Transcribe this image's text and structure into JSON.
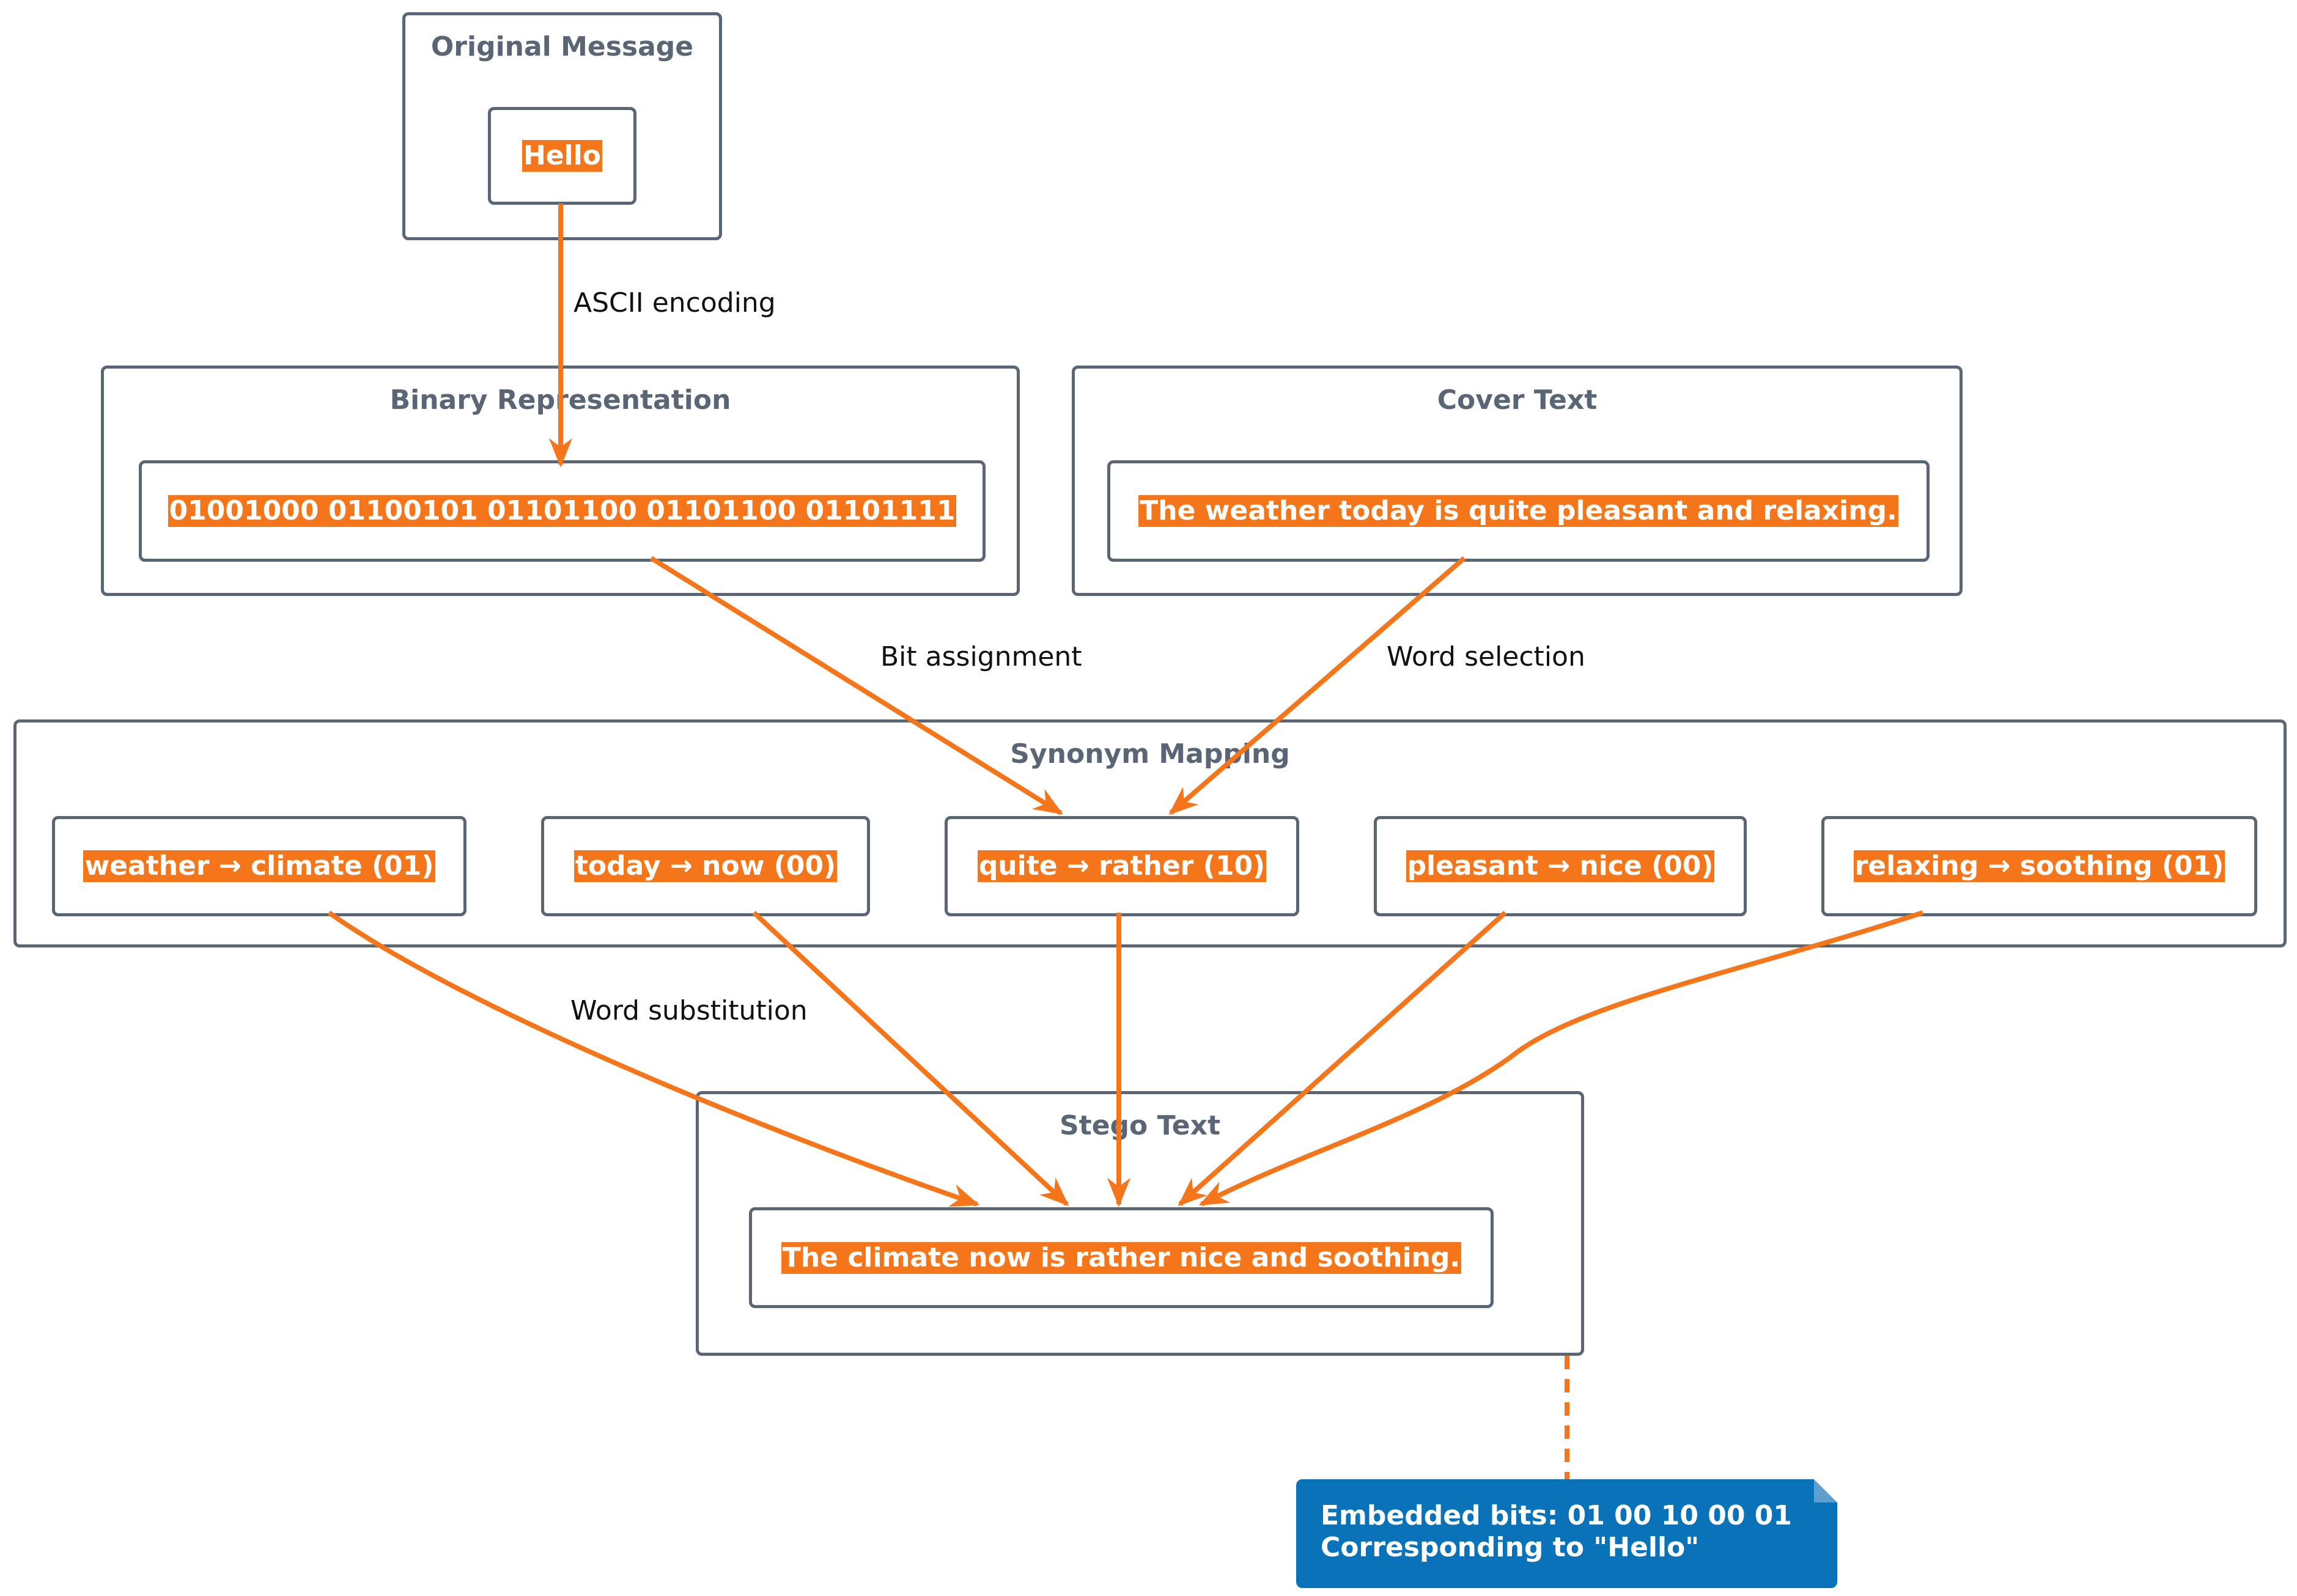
{
  "packages": {
    "original": {
      "title": "Original Message",
      "message": "Hello"
    },
    "binary": {
      "title": "Binary Representation",
      "bits": "01001000 01100101 01101100 01101100 01101111"
    },
    "cover": {
      "title": "Cover Text",
      "sentence": "The weather today is quite pleasant and relaxing."
    },
    "synonym": {
      "title": "Synonym Mapping",
      "items": [
        "weather → climate (01)",
        "today → now (00)",
        "quite → rather (10)",
        "pleasant → nice (00)",
        "relaxing → soothing (01)"
      ]
    },
    "stego": {
      "title": "Stego Text",
      "sentence": "The climate now is rather nice and soothing."
    }
  },
  "edge_labels": {
    "ascii": "ASCII encoding",
    "bit_assignment": "Bit assignment",
    "word_selection": "Word selection",
    "word_substitution": "Word substitution"
  },
  "note": {
    "line1": "Embedded bits: 01 00 10 00 01",
    "line2": "Corresponding to \"Hello\""
  },
  "colors": {
    "accent": "#f5761a",
    "border": "#5a6675",
    "note": "#0a72b9"
  }
}
